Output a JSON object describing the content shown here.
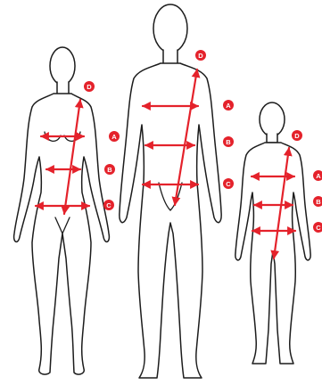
{
  "colors": {
    "accent": "#e4222b",
    "outline": "#1c1c1c",
    "background": "#ffffff"
  },
  "figures": [
    {
      "id": "woman",
      "labels": {
        "chest": "A",
        "waist": "B",
        "hip": "C",
        "length": "D"
      }
    },
    {
      "id": "man",
      "labels": {
        "chest": "A",
        "waist": "B",
        "hip": "C",
        "length": "D"
      }
    },
    {
      "id": "child",
      "labels": {
        "chest": "A",
        "waist": "B",
        "hip": "C",
        "length": "D"
      }
    }
  ]
}
